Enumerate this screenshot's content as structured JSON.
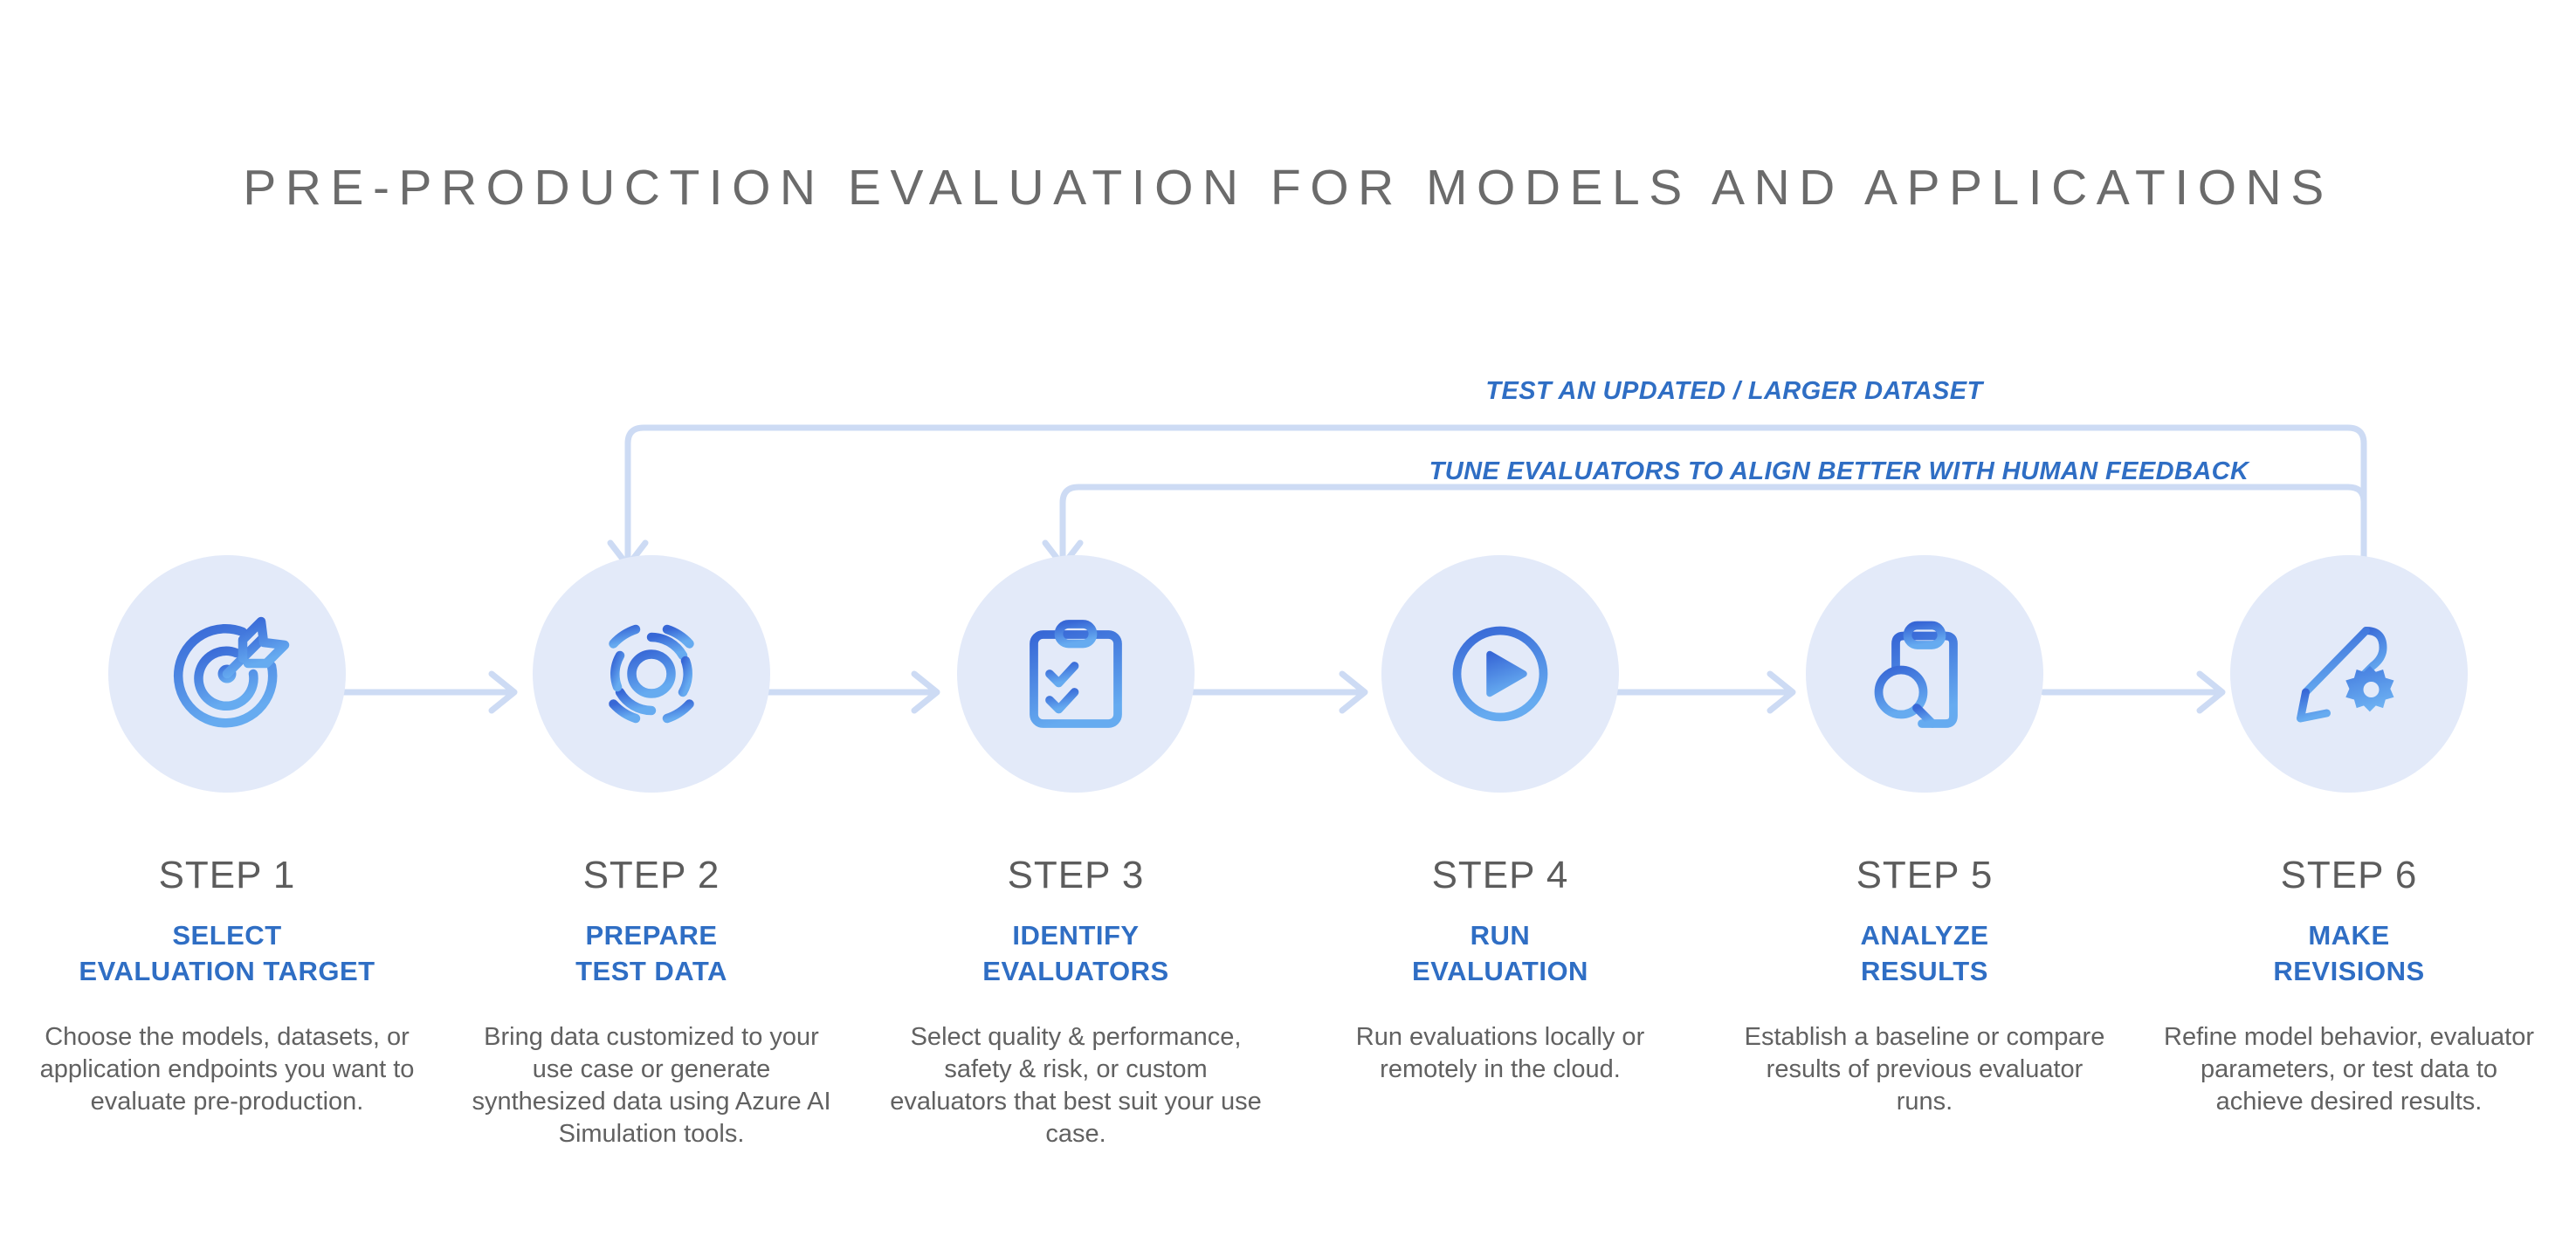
{
  "title": "PRE-PRODUCTION EVALUATION FOR MODELS AND APPLICATIONS",
  "colors": {
    "accent_blue": "#2f6ec4",
    "icon_blue_dark": "#3b6fd4",
    "icon_blue_light": "#63a8ee",
    "circle_bg": "#e3eaf9",
    "connector": "#cddbf4",
    "title_gray": "#6b6b6b",
    "step_num_gray": "#5c5c5c",
    "body_gray": "#616161"
  },
  "loops": [
    {
      "label": "TEST AN UPDATED / LARGER DATASET",
      "from_step": 6,
      "to_step": 2
    },
    {
      "label": "TUNE EVALUATORS TO ALIGN BETTER WITH HUMAN FEEDBACK",
      "from_step": 6,
      "to_step": 3
    }
  ],
  "steps": [
    {
      "num": "STEP 1",
      "sub_line1": "SELECT",
      "sub_line2": "EVALUATION TARGET",
      "desc": "Choose the models, datasets, or application endpoints you want to evaluate pre-production.",
      "icon": "target-arrow-icon"
    },
    {
      "num": "STEP 2",
      "sub_line1": "PREPARE",
      "sub_line2": "TEST DATA",
      "desc": "Bring data customized to your use case or generate synthesized data using Azure AI Simulation tools.",
      "icon": "concentric-arcs-icon"
    },
    {
      "num": "STEP 3",
      "sub_line1": "IDENTIFY",
      "sub_line2": "EVALUATORS",
      "desc": "Select quality & performance, safety & risk, or custom evaluators that best suit your use case.",
      "icon": "clipboard-checklist-icon"
    },
    {
      "num": "STEP 4",
      "sub_line1": "RUN",
      "sub_line2": "EVALUATION",
      "desc": "Run evaluations locally or remotely in the cloud.",
      "icon": "play-circle-icon"
    },
    {
      "num": "STEP 5",
      "sub_line1": "ANALYZE",
      "sub_line2": "RESULTS",
      "desc": "Establish a baseline or compare results of previous evaluator runs.",
      "icon": "clipboard-search-icon"
    },
    {
      "num": "STEP 6",
      "sub_line1": "MAKE",
      "sub_line2": "REVISIONS",
      "desc": "Refine model behavior, evaluator parameters, or test data to achieve desired results.",
      "icon": "pencil-gear-icon"
    }
  ]
}
